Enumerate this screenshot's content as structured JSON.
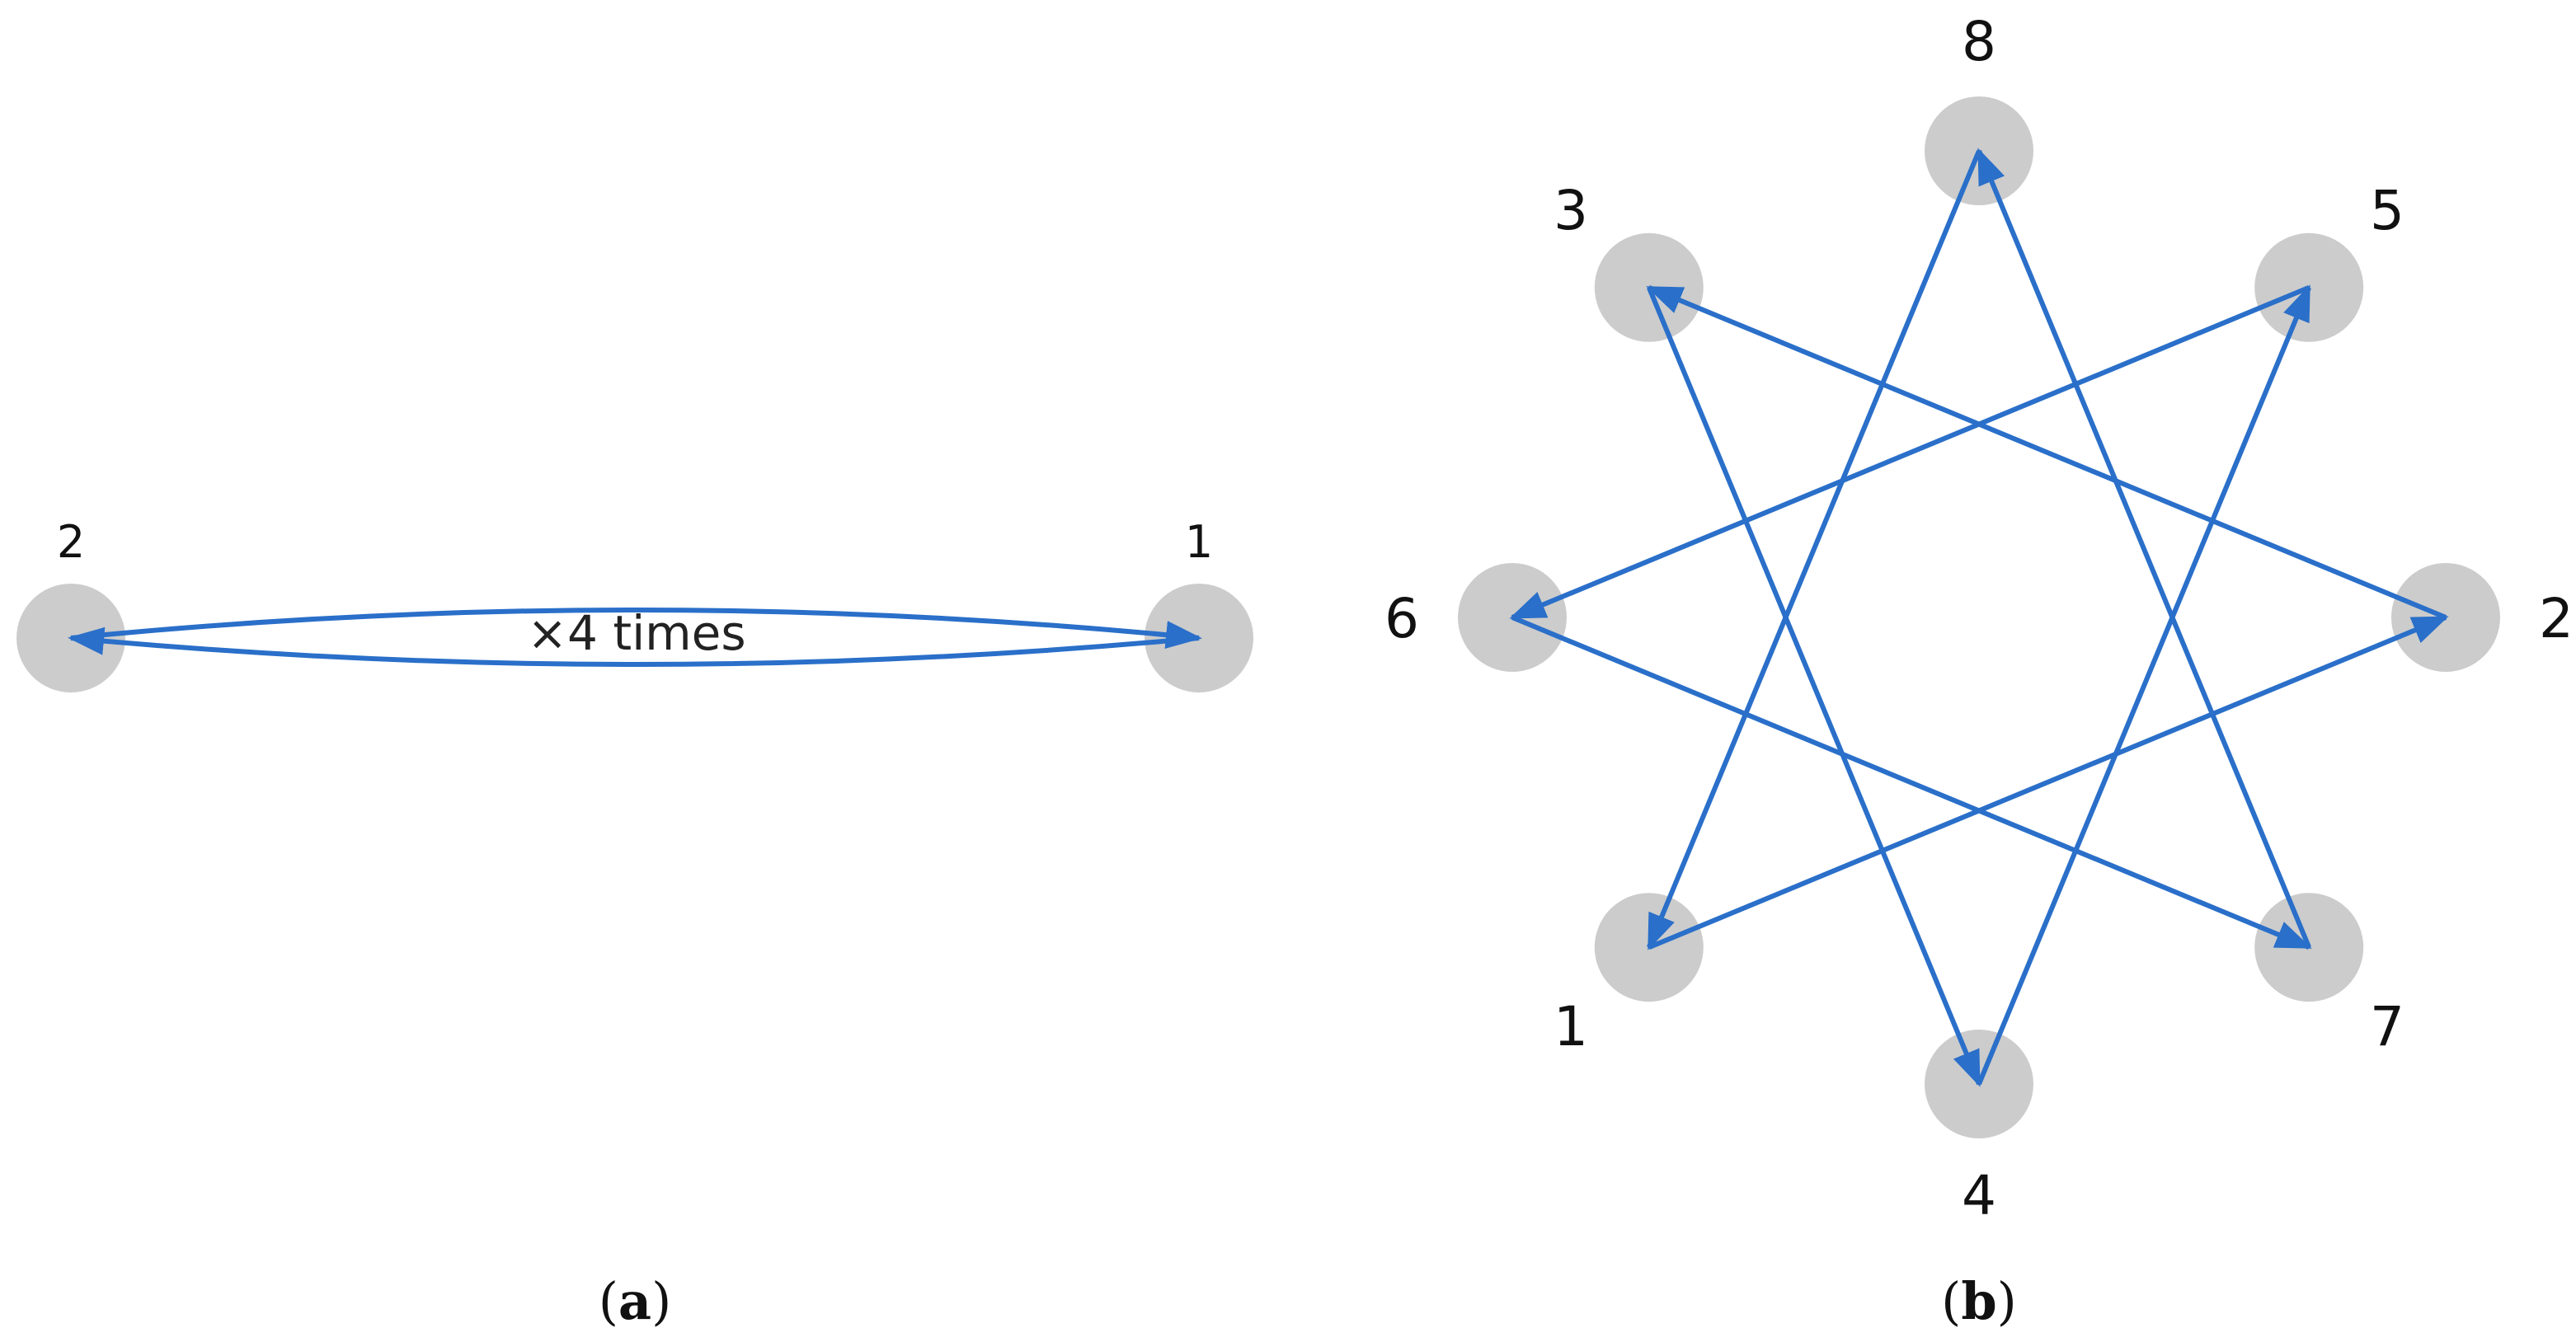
{
  "colors": {
    "node": "#cccccc",
    "edge": "#2a6fc9",
    "text": "#111111"
  },
  "panel_a": {
    "caption_letter": "a",
    "annotation": "×4 times",
    "nodes": [
      {
        "id": "a-node-2",
        "label": "2"
      },
      {
        "id": "a-node-1",
        "label": "1"
      }
    ]
  },
  "panel_b": {
    "caption_letter": "b",
    "nodes": [
      {
        "id": "b-node-8",
        "label": "8"
      },
      {
        "id": "b-node-5",
        "label": "5"
      },
      {
        "id": "b-node-2",
        "label": "2"
      },
      {
        "id": "b-node-7",
        "label": "7"
      },
      {
        "id": "b-node-4",
        "label": "4"
      },
      {
        "id": "b-node-1",
        "label": "1"
      },
      {
        "id": "b-node-6",
        "label": "6"
      },
      {
        "id": "b-node-3",
        "label": "3"
      }
    ],
    "edges": [
      {
        "from": "1",
        "to": "2"
      },
      {
        "from": "2",
        "to": "3"
      },
      {
        "from": "3",
        "to": "4"
      },
      {
        "from": "4",
        "to": "5"
      },
      {
        "from": "5",
        "to": "6"
      },
      {
        "from": "6",
        "to": "7"
      },
      {
        "from": "7",
        "to": "8"
      },
      {
        "from": "8",
        "to": "1"
      }
    ]
  }
}
